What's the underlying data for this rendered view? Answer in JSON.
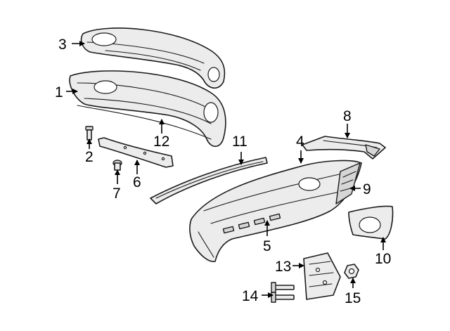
{
  "diagram": {
    "callouts": [
      {
        "id": "c1",
        "label": "1"
      },
      {
        "id": "c2",
        "label": "2"
      },
      {
        "id": "c3",
        "label": "3"
      },
      {
        "id": "c4",
        "label": "4"
      },
      {
        "id": "c5",
        "label": "5"
      },
      {
        "id": "c6",
        "label": "6"
      },
      {
        "id": "c7",
        "label": "7"
      },
      {
        "id": "c8",
        "label": "8"
      },
      {
        "id": "c9",
        "label": "9"
      },
      {
        "id": "c10",
        "label": "10"
      },
      {
        "id": "c11",
        "label": "11"
      },
      {
        "id": "c12",
        "label": "12"
      },
      {
        "id": "c13",
        "label": "13"
      },
      {
        "id": "c14",
        "label": "14"
      },
      {
        "id": "c15",
        "label": "15"
      }
    ],
    "colors": {
      "line": "#1a1a1a",
      "fill": "#ececec",
      "background": "#ffffff"
    }
  }
}
